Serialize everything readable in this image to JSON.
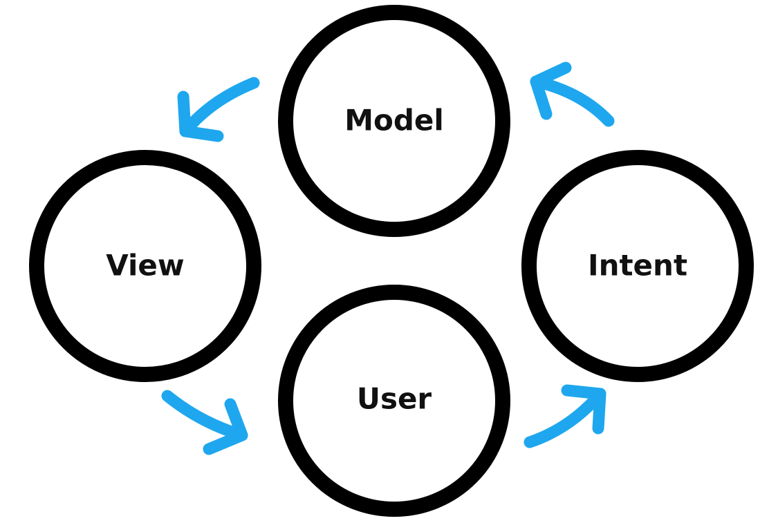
{
  "nodes": {
    "model": {
      "label": "Model"
    },
    "view": {
      "label": "View"
    },
    "user": {
      "label": "User"
    },
    "intent": {
      "label": "Intent"
    }
  },
  "colors": {
    "arrow": "#1ea7ee",
    "circle_stroke": "#000000",
    "label": "#111111",
    "background": "#ffffff"
  },
  "edges": [
    {
      "from": "Model",
      "to": "View",
      "icon": "curved-arrow-icon"
    },
    {
      "from": "View",
      "to": "User",
      "icon": "curved-arrow-icon"
    },
    {
      "from": "User",
      "to": "Intent",
      "icon": "curved-arrow-icon"
    },
    {
      "from": "Intent",
      "to": "Model",
      "icon": "curved-arrow-icon"
    }
  ]
}
